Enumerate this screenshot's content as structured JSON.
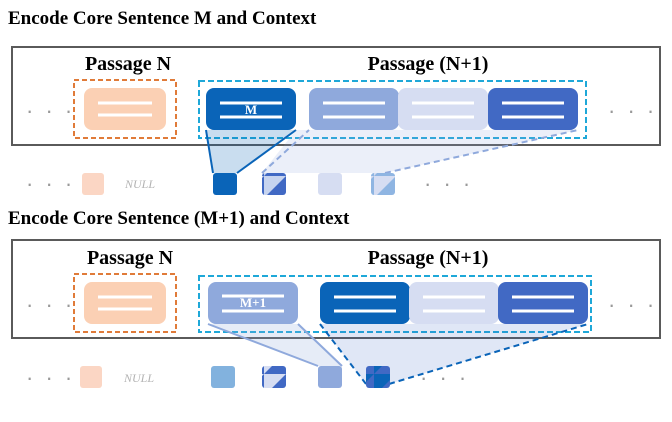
{
  "panels": [
    {
      "title": "Encode Core Sentence M and Context",
      "passage_n_label": "Passage N",
      "passage_n1_label": "Passage (N+1)",
      "sentence_label": "M",
      "null_label": "NULL",
      "colors": {
        "passage_n_box": "#fbd0b4",
        "passage_n_border": "#e07b39",
        "context_border": "#1fa8d8",
        "sentences": [
          "#0a64b8",
          "#8fa9dc",
          "#d6ddf2",
          "#4169c4"
        ],
        "tokens": [
          "#fbd6c4",
          "#0a64b8",
          "#4169c4",
          "#d6ddf2",
          "#8fb5e2"
        ]
      }
    },
    {
      "title": "Encode Core Sentence (M+1) and Context",
      "passage_n_label": "Passage N",
      "passage_n1_label": "Passage (N+1)",
      "sentence_label": "M+1",
      "null_label": "NULL",
      "colors": {
        "passage_n_box": "#fbd0b4",
        "passage_n_border": "#e07b39",
        "context_border": "#1fa8d8",
        "sentences": [
          "#8fa9dc",
          "#0a64b8",
          "#d6ddf2",
          "#4169c4"
        ],
        "tokens": [
          "#fbd6c4",
          "#82b2de",
          "#d6ddf2",
          "#8fa9dc",
          "#0a64b8"
        ]
      }
    }
  ],
  "ellipsis": "· · ·"
}
